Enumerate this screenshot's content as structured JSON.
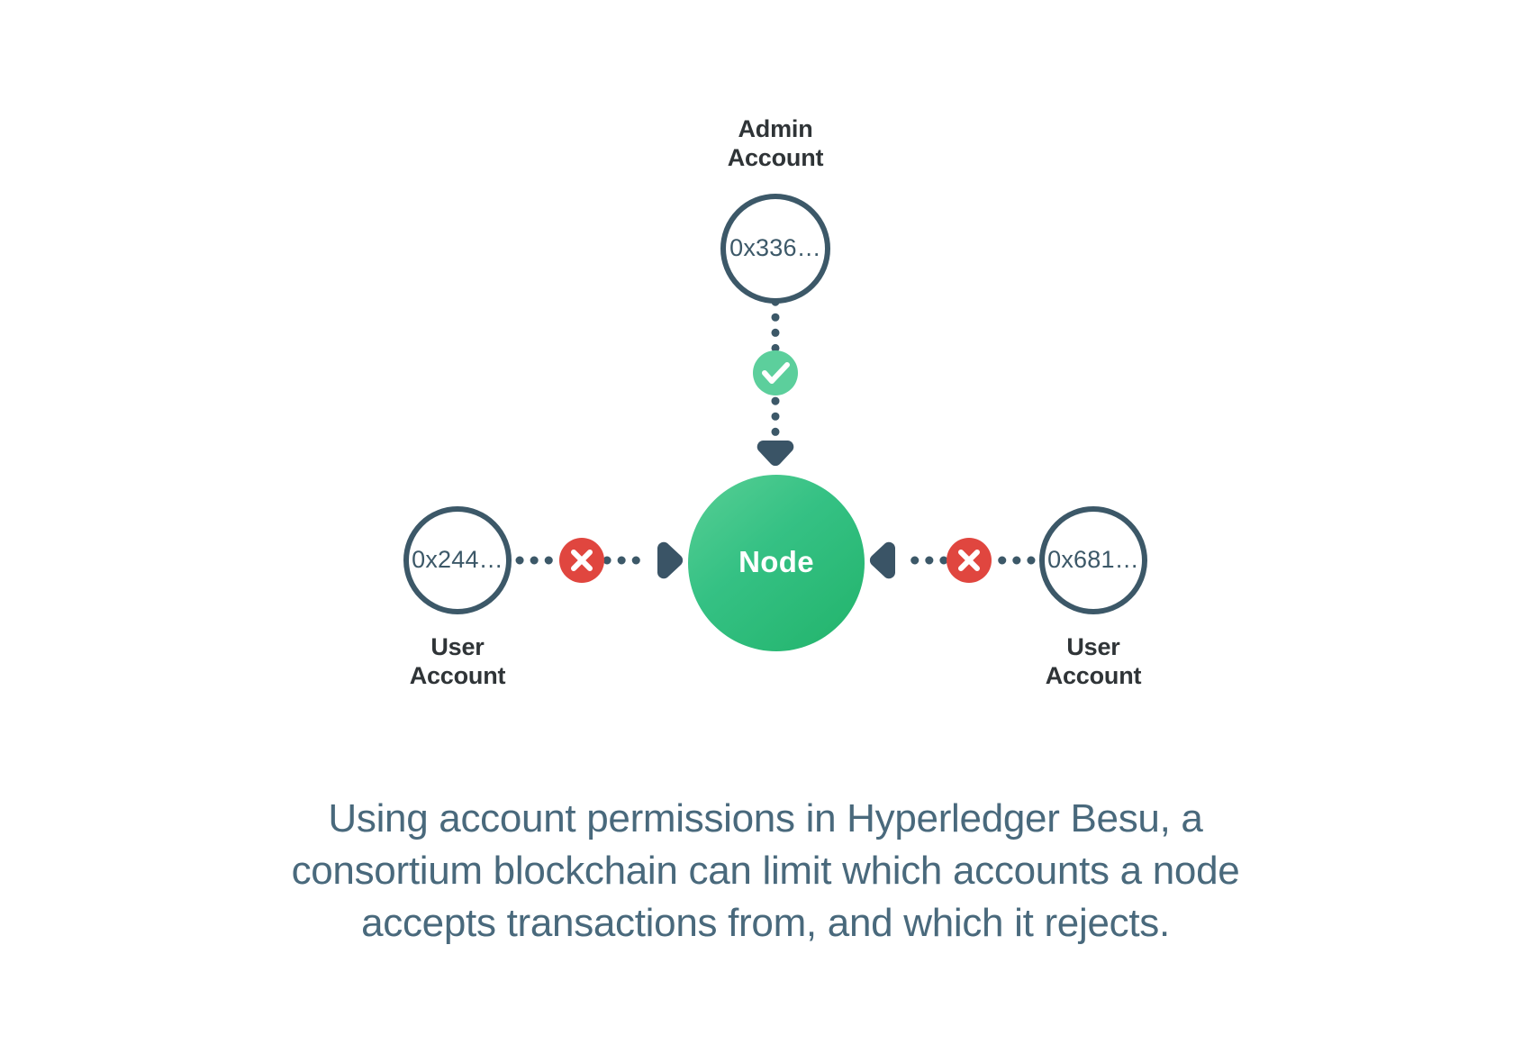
{
  "diagram": {
    "type": "node-permission-diagram",
    "colors": {
      "accent_green": "#2ebd79",
      "accent_green_light": "#5ed4a0",
      "check_badge": "#5ccf9c",
      "deny_badge": "#e0463f",
      "outline_slate": "#3c5868",
      "arrow_slate": "#3a5466",
      "dot_slate": "#3c5868",
      "label_text": "#2f3437",
      "caption_text": "#49697c",
      "background": "#ffffff"
    },
    "admin": {
      "label": "Admin\nAccount",
      "address": "0x336…",
      "link": {
        "status": "allowed",
        "badge_icon": "check-icon",
        "direction": "down",
        "style": "dotted"
      }
    },
    "node": {
      "label": "Node"
    },
    "users": [
      {
        "id": "user-left",
        "label": "User\nAccount",
        "address": "0x244…",
        "link": {
          "status": "rejected",
          "badge_icon": "cross-icon",
          "direction": "right",
          "style": "dotted"
        }
      },
      {
        "id": "user-right",
        "label": "User\nAccount",
        "address": "0x681…",
        "link": {
          "status": "rejected",
          "badge_icon": "cross-icon",
          "direction": "left",
          "style": "dotted"
        }
      }
    ]
  },
  "caption": {
    "line1": "Using account permissions in Hyperledger Besu, a",
    "line2": "consortium blockchain can limit which accounts a node",
    "line3": "accepts transactions from, and which it rejects.",
    "full": "Using account permissions in Hyperledger Besu, a consortium blockchain can limit which accounts a node accepts transactions from, and which it rejects."
  }
}
